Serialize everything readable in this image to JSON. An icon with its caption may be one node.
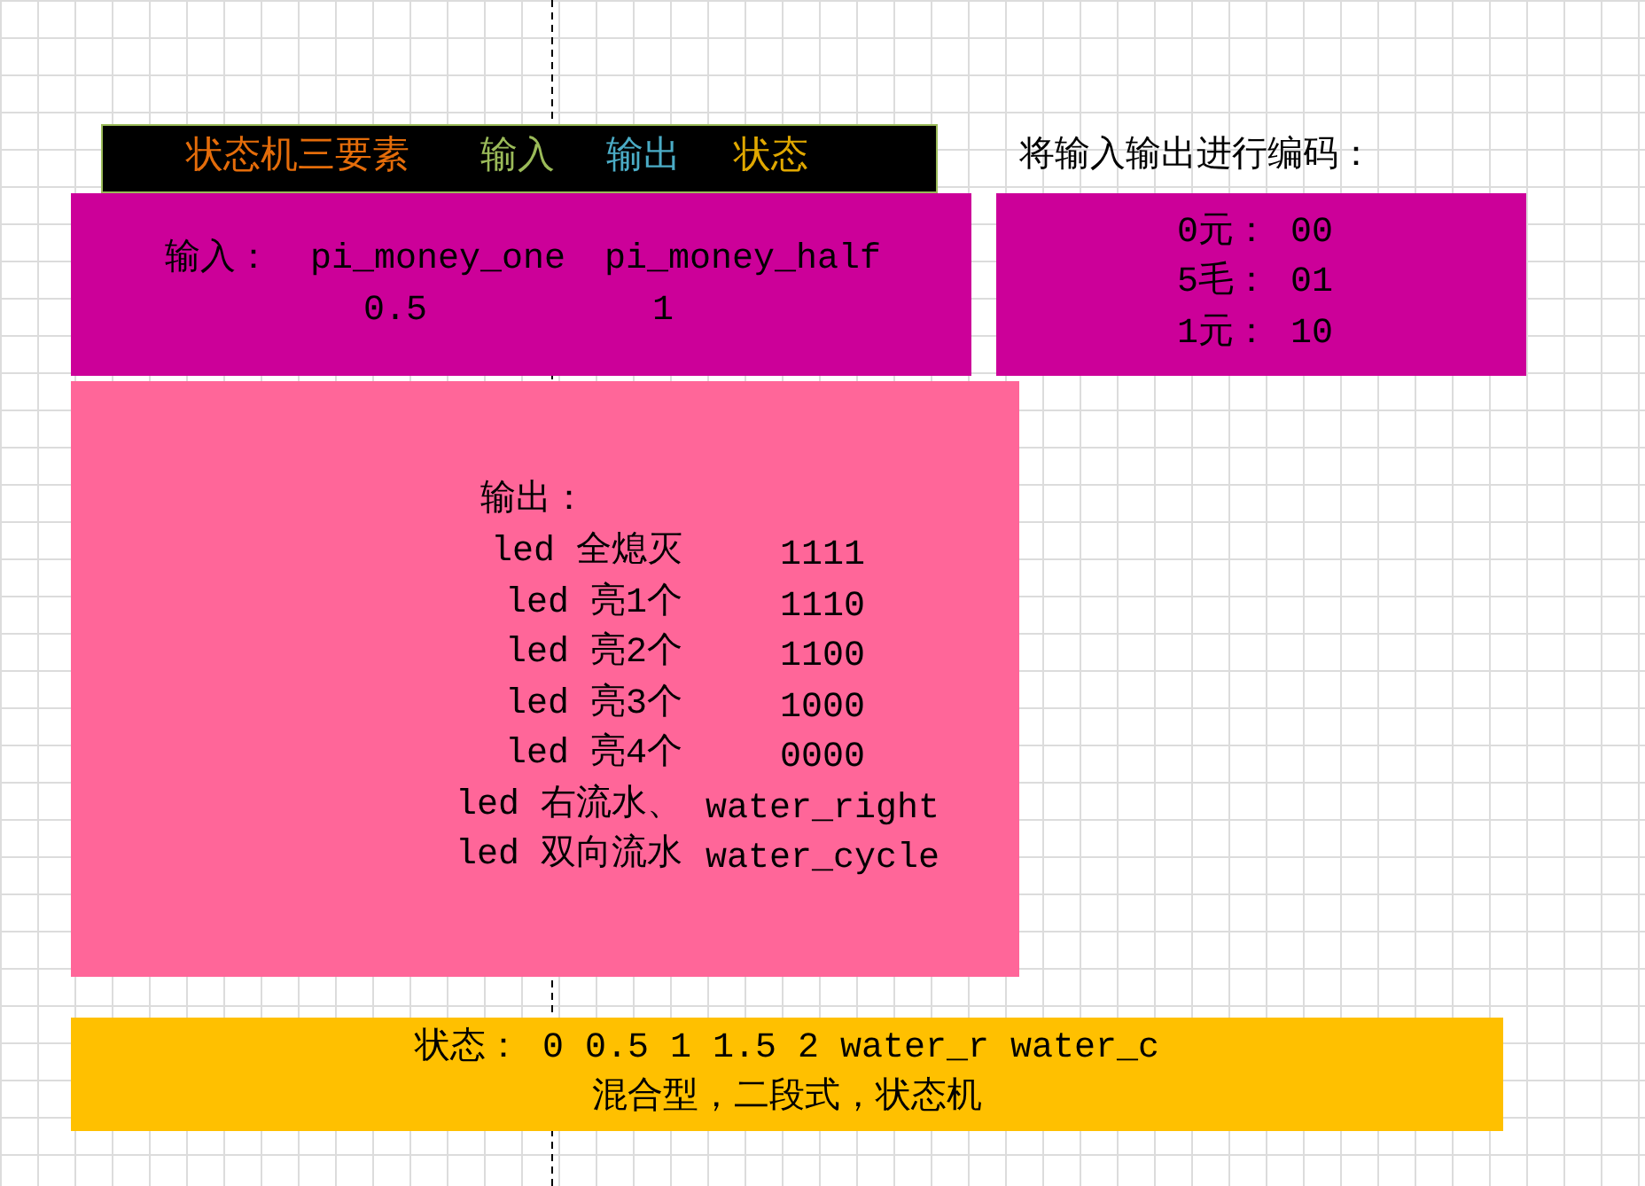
{
  "diagram": {
    "nodes": [
      {
        "text": [
          "状态机三要素",
          "输入",
          "输出",
          "状态"
        ]
      },
      {
        "text": [
          "输入：",
          "pi_money_one",
          "pi_money_half",
          "0.5",
          "1"
        ]
      },
      {
        "text": [
          "将输入输出进行编码：",
          "0元： 00",
          "5毛： 01",
          "1元： 10"
        ]
      },
      {
        "text": [
          "输出：",
          "led 全熄灭",
          "1111",
          "led 亮1个",
          "1110",
          "led 亮2个",
          "1100",
          "led 亮3个",
          "1000",
          "led 亮4个",
          "0000",
          "led 右流水、",
          "water_right",
          "led 双向流水",
          "water_cycle"
        ]
      },
      {
        "text": [
          "状态： 0 0.5 1 1.5 2 water_r water_c",
          "混合型，二段式，状态机"
        ]
      }
    ],
    "edges": []
  }
}
